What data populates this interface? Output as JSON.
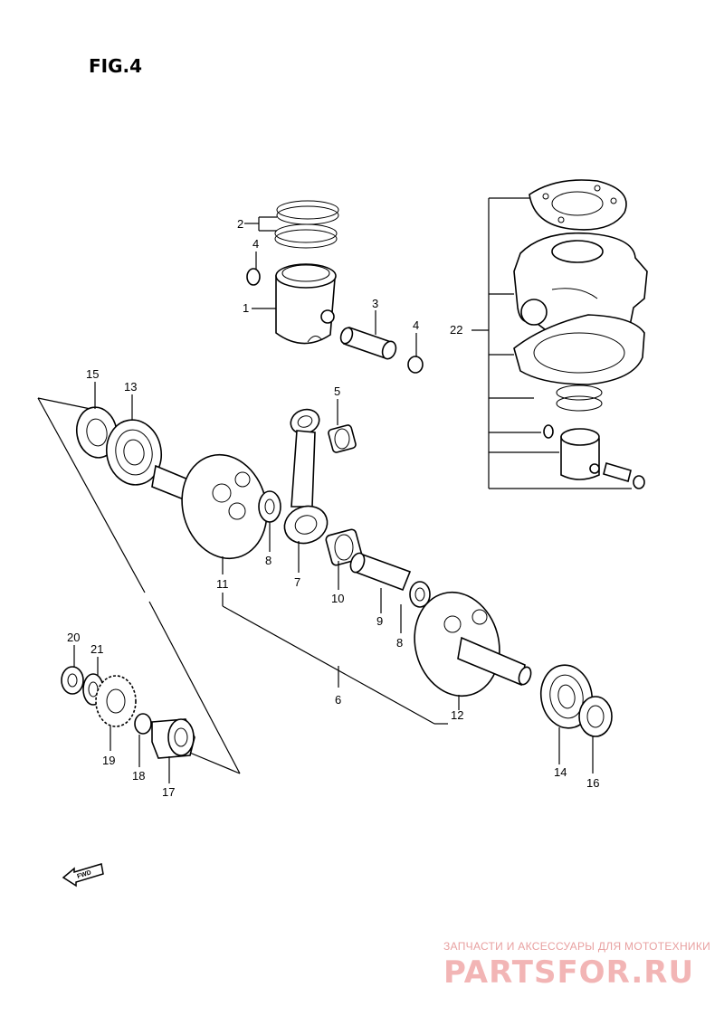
{
  "figure": {
    "title": "FIG.4"
  },
  "callouts": [
    {
      "id": "c1",
      "text": "1"
    },
    {
      "id": "c2",
      "text": "2"
    },
    {
      "id": "c3",
      "text": "3"
    },
    {
      "id": "c4a",
      "text": "4"
    },
    {
      "id": "c4b",
      "text": "4"
    },
    {
      "id": "c5",
      "text": "5"
    },
    {
      "id": "c6",
      "text": "6"
    },
    {
      "id": "c7",
      "text": "7"
    },
    {
      "id": "c8a",
      "text": "8"
    },
    {
      "id": "c8b",
      "text": "8"
    },
    {
      "id": "c9",
      "text": "9"
    },
    {
      "id": "c10",
      "text": "10"
    },
    {
      "id": "c11",
      "text": "11"
    },
    {
      "id": "c12",
      "text": "12"
    },
    {
      "id": "c13",
      "text": "13"
    },
    {
      "id": "c14",
      "text": "14"
    },
    {
      "id": "c15",
      "text": "15"
    },
    {
      "id": "c16",
      "text": "16"
    },
    {
      "id": "c17",
      "text": "17"
    },
    {
      "id": "c18",
      "text": "18"
    },
    {
      "id": "c19",
      "text": "19"
    },
    {
      "id": "c20",
      "text": "20"
    },
    {
      "id": "c21",
      "text": "21"
    },
    {
      "id": "c22",
      "text": "22"
    }
  ],
  "fwd_label": "FWD",
  "watermark": {
    "subtitle": "ЗАПЧАСТИ И АКСЕССУАРЫ ДЛЯ МОТОТЕХНИКИ",
    "brand": "PARTSFOR.RU",
    "color": "#f2b5b5"
  }
}
